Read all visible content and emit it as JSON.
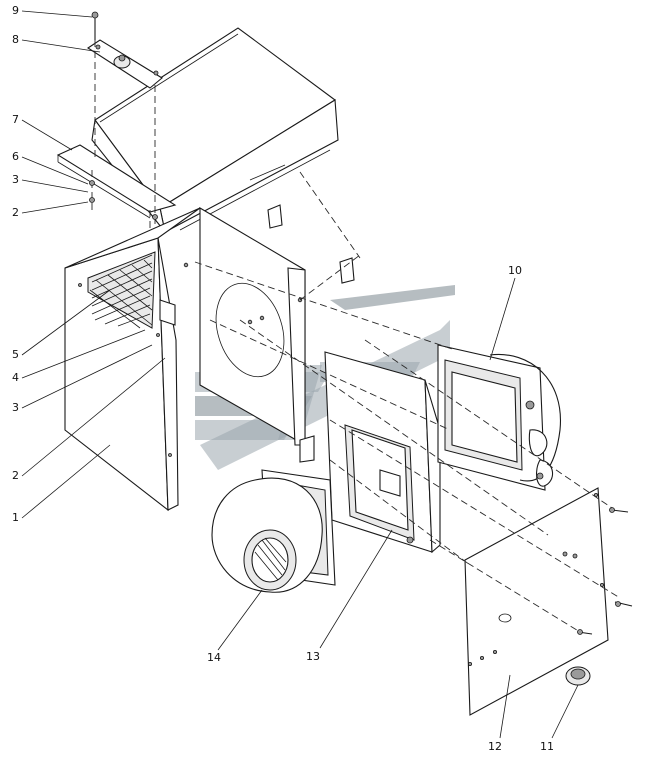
{
  "callouts": {
    "c1": "1",
    "c2a": "2",
    "c2b": "2",
    "c3a": "3",
    "c3b": "3",
    "c4": "4",
    "c5": "5",
    "c6": "6",
    "c7": "7",
    "c8": "8",
    "c9": "9",
    "c10": "10",
    "c11": "11",
    "c12": "12",
    "c13": "13",
    "c14": "14"
  },
  "colors": {
    "line": "#1a1a1a",
    "watermark": "#9aa6ad"
  }
}
